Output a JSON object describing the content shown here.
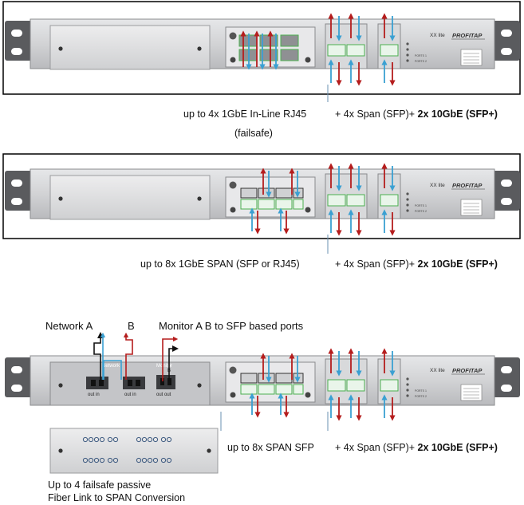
{
  "colors": {
    "chassis": "#d2d3d5",
    "chassis_dark": "#8a8b8e",
    "bracket": "#5a5b5e",
    "port_green": "#4caf50",
    "arrow_red": "#b51d1d",
    "arrow_blue": "#3aa0d2",
    "frame": "#000000"
  },
  "units": [
    {
      "model": "XX lite",
      "brand": "PROFITAP",
      "caption_left": "up to 4x 1GbE In-Line RJ45",
      "caption_left_sub": "(failsafe)",
      "caption_right_plain": "+ 4x Span (SFP)+ ",
      "caption_right_bold": "2x 10GbE (SFP+)",
      "led_labels": [
        "PORTS 1",
        "PORTS 2"
      ]
    },
    {
      "model": "XX lite",
      "brand": "PROFITAP",
      "caption_left": "up to 8x 1GbE  SPAN (SFP or RJ45)",
      "caption_right_plain": "+ 4x Span (SFP)+ ",
      "caption_right_bold": "2x 10GbE (SFP+)",
      "led_labels": [
        "PORTS 1",
        "PORTS 2"
      ]
    },
    {
      "model": "XX lite",
      "brand": "PROFITAP",
      "module_label_a": "Network",
      "module_label_b": "Monitor",
      "module_port_b": "B",
      "port_labels": [
        "out in",
        "out in",
        "out out"
      ],
      "caption_mid": "up to 8x SPAN SFP",
      "caption_right_plain": "+ 4x Span (SFP)+ ",
      "caption_right_bold": "2x 10GbE (SFP+)",
      "led_labels": [
        "PORTS 1",
        "PORTS 2"
      ]
    }
  ],
  "annotations": {
    "network_a": "Network A",
    "network_b": "B",
    "monitor": "Monitor A B to SFP based ports",
    "bottom_line1": "Up to 4 failsafe passive",
    "bottom_line2": "Fiber Link to SPAN Conversion"
  }
}
